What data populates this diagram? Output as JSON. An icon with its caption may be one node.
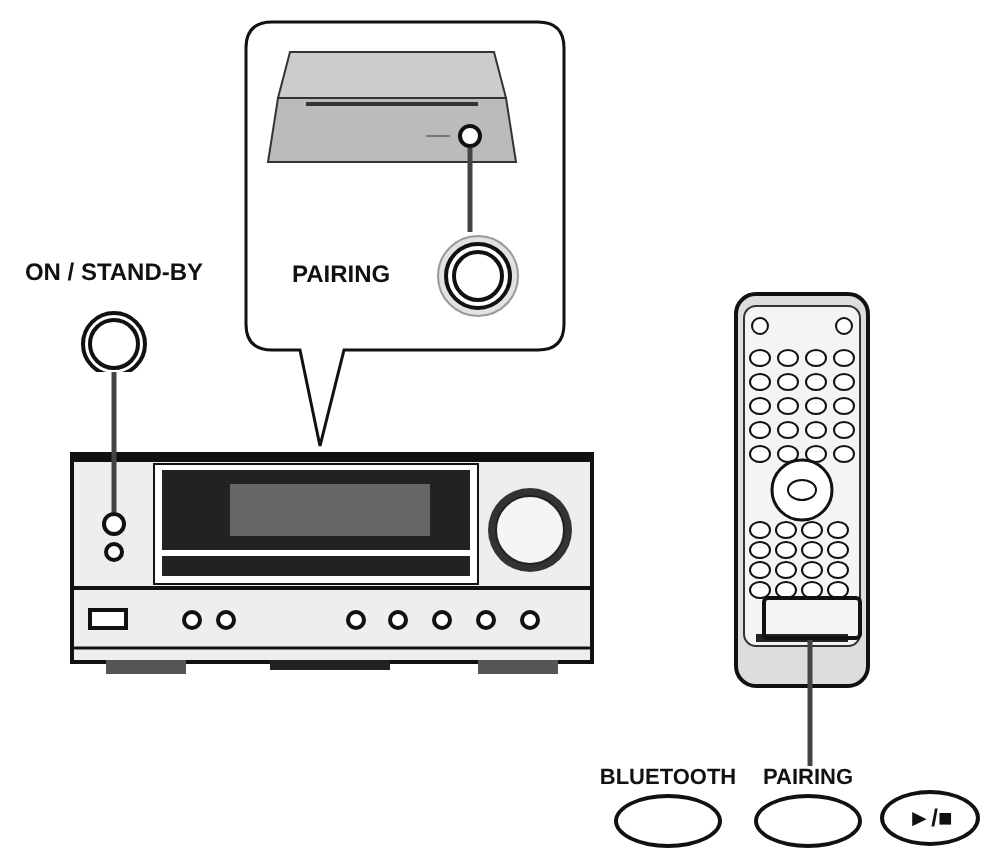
{
  "diagram": {
    "nodes": [
      {
        "text": [],
        "shape": "picture"
      },
      {
        "text": [
          "ON / STAND-BY"
        ]
      },
      {
        "text": [],
        "shape": "circle",
        "in": 0
      },
      {
        "text": [],
        "shape": "callout"
      },
      {
        "text": [],
        "shape": "picture",
        "in": 3
      },
      {
        "text": [],
        "shape": "circle",
        "in": 4
      },
      {
        "text": [
          "PAIRING"
        ],
        "in": 3
      },
      {
        "text": [],
        "shape": "picture"
      },
      {
        "text": [],
        "shape": "box",
        "in": 7
      },
      {
        "text": [
          "BLUETOOTH"
        ]
      },
      {
        "text": [
          "PAIRING"
        ]
      },
      {
        "text": [
          "►/■"
        ]
      }
    ],
    "edges": [
      {
        "from": 1,
        "to": 2,
        "arrow": "none"
      },
      {
        "from": 5,
        "to": 6,
        "arrow": "none"
      },
      {
        "from": 8,
        "to": 10,
        "arrow": "none"
      }
    ]
  }
}
